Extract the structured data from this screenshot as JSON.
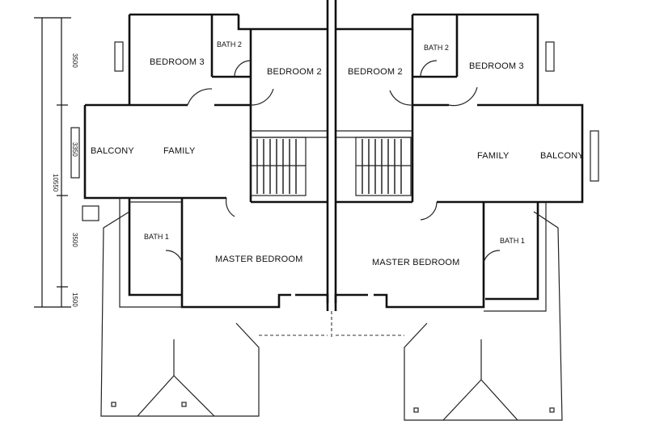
{
  "rooms": {
    "left_bedroom3": "BEDROOM 3",
    "left_bath2": "BATH 2",
    "left_bedroom2": "BEDROOM 2",
    "left_balcony": "BALCONY",
    "left_family": "FAMILY",
    "left_bath1": "BATH 1",
    "left_master": "MASTER BEDROOM",
    "right_bedroom2": "BEDROOM 2",
    "right_bath2": "BATH 2",
    "right_bedroom3": "BEDROOM 3",
    "right_family": "FAMILY",
    "right_balcony": "BALCONY",
    "right_bath1": "BATH 1",
    "right_master": "MASTER BEDROOM"
  },
  "dimensions": {
    "total": "10550",
    "seg1": "3500",
    "seg2": "3350",
    "seg3": "3500",
    "seg4": "1500"
  }
}
